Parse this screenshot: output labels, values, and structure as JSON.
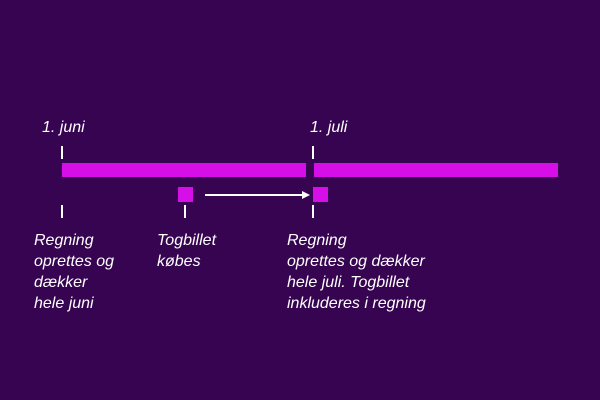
{
  "timeline": {
    "labels": {
      "june": "1. juni",
      "july": "1. juli"
    },
    "notes": {
      "june": "Regning\noprettes og\ndækker\nhele juni",
      "ticket": "Togbillet\nkøbes",
      "july": "Regning\noprettes og dækker\nhele juli. Togbillet\ninkluderes i regning"
    }
  },
  "colors": {
    "background": "#360450",
    "bar": "#d60ee8",
    "text": "#ffffff"
  }
}
